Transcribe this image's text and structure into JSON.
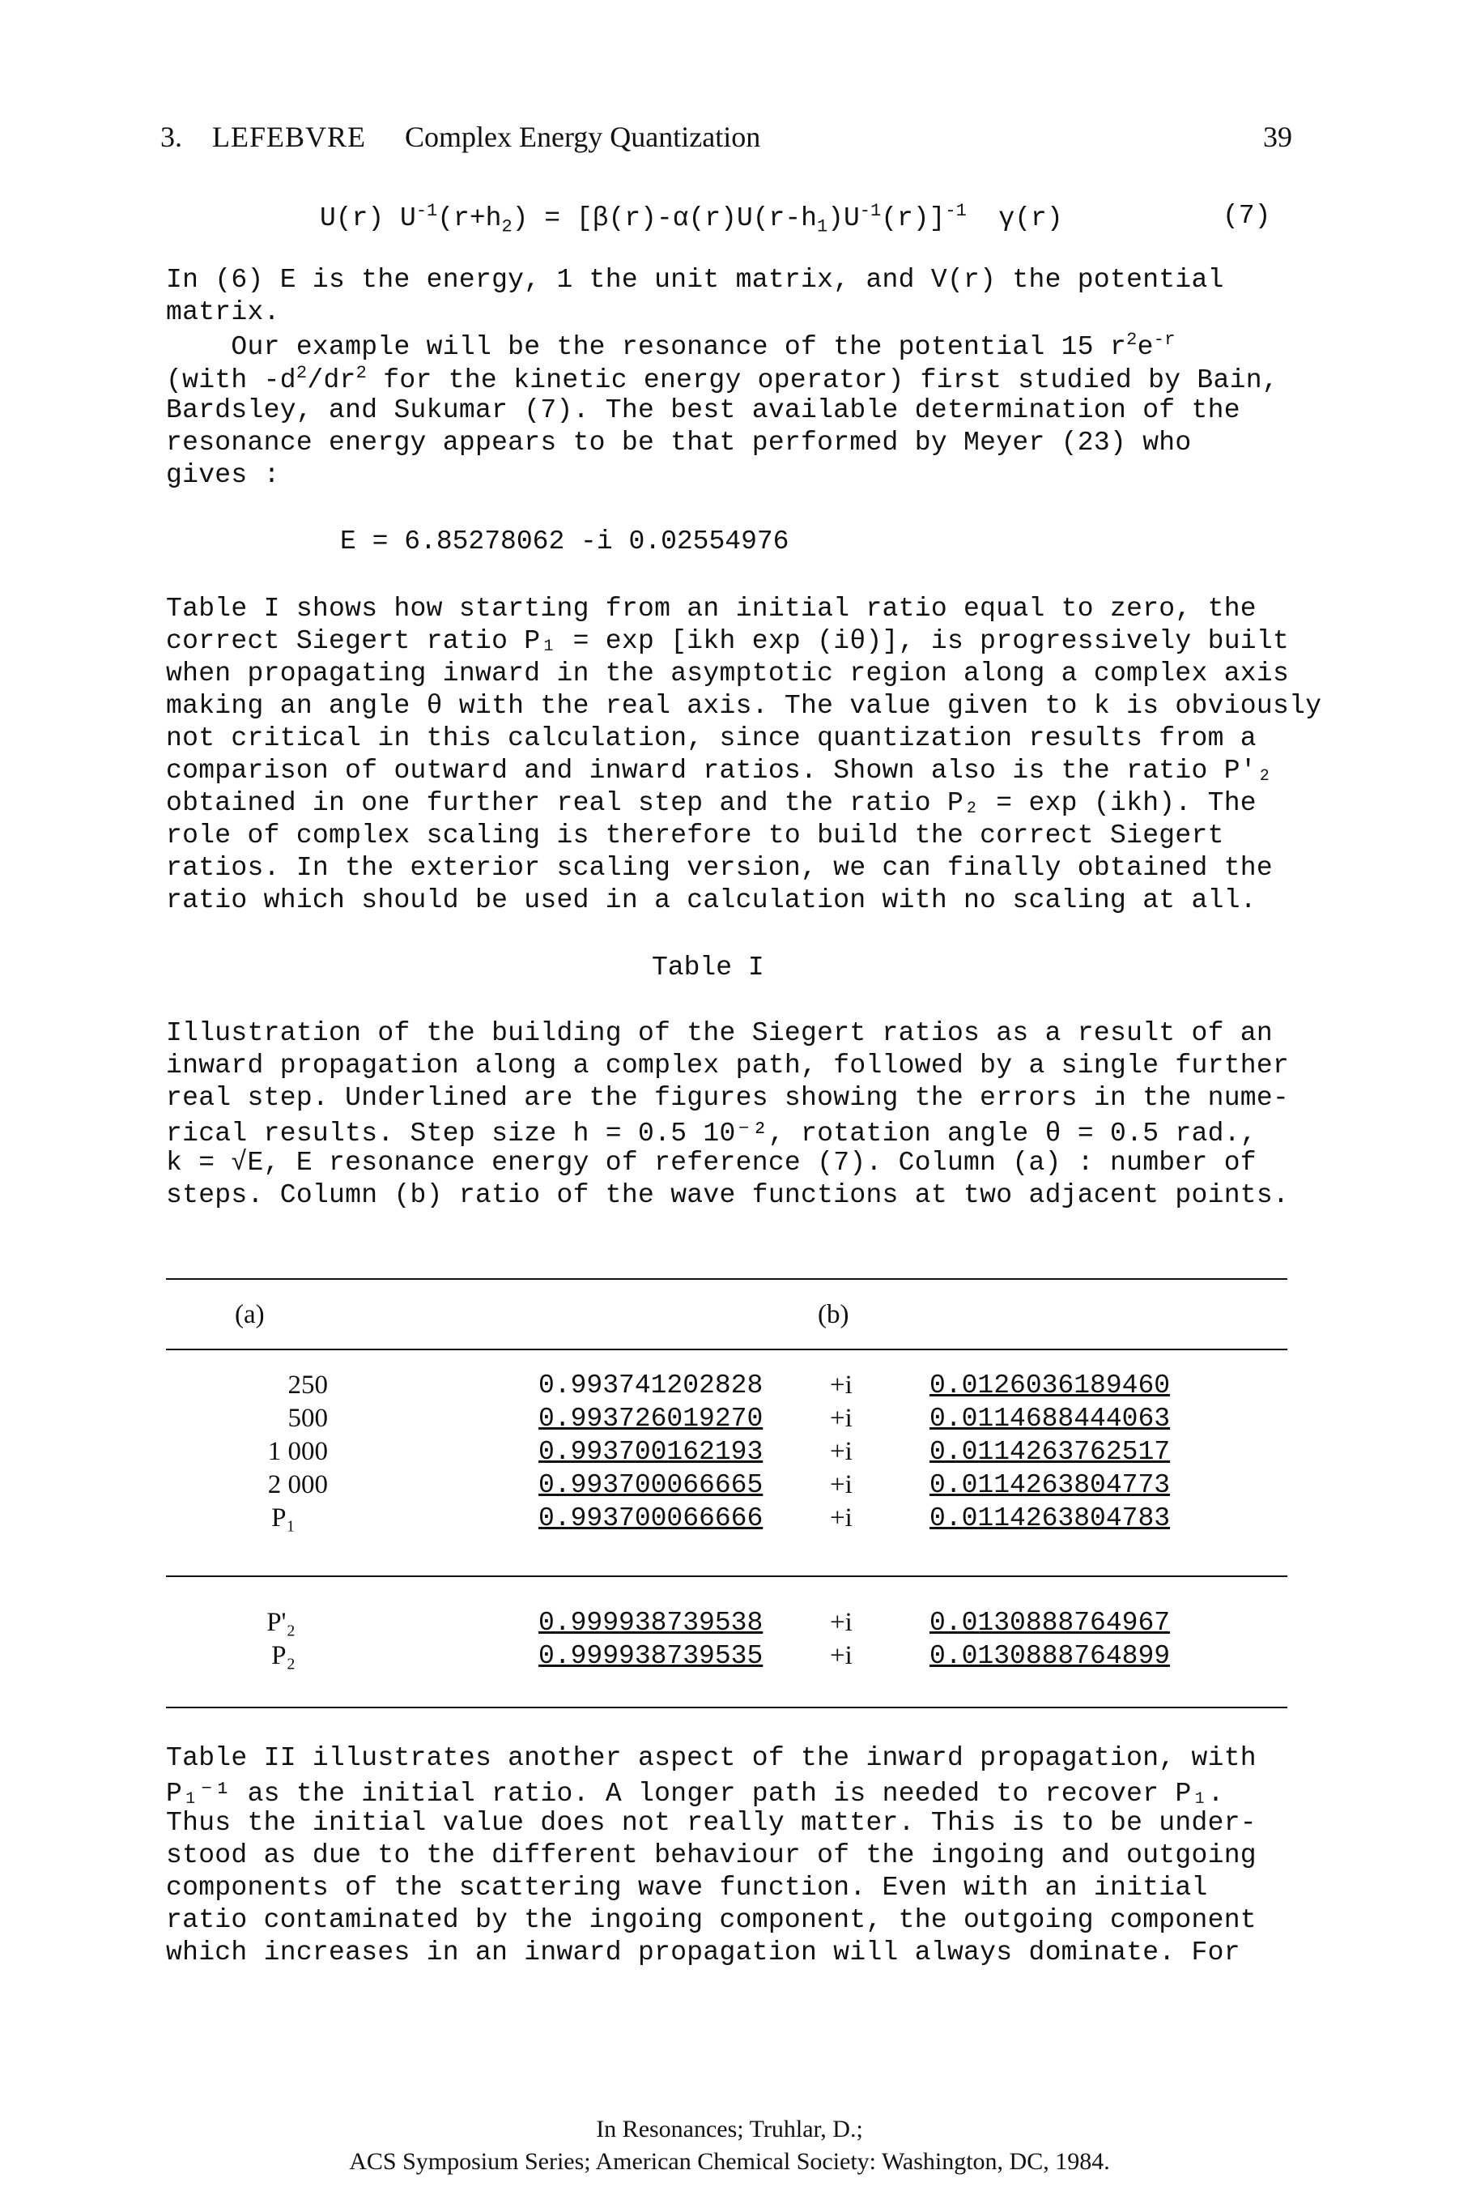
{
  "header": {
    "chapter": "3.",
    "author": "LEFEBVRE",
    "title": "Complex Energy Quantization",
    "page_number": "39"
  },
  "equation7": {
    "lhs": "U(r) U",
    "lhs_sup": "-1",
    "lhs_arg": "(r+h",
    "lhs_sub": "2",
    "lhs_close": ")",
    "eq": "=",
    "rhs_open": "[β(r)-α(r)U(r-h",
    "rhs_sub": "1",
    "rhs_mid": ")U",
    "rhs_sup1": "-1",
    "rhs_mid2": "(r)]",
    "rhs_sup2": "-1",
    "rhs_end": "γ(r)",
    "number": "(7)"
  },
  "paragraph1": [
    "In (6) E is the energy, 1 the unit matrix, and V(r) the potential",
    "matrix."
  ],
  "paragraph2": {
    "l1_a": "    Our example will be the resonance of the potential 15 r",
    "l1_sup": "2",
    "l1_b": "e",
    "l1_sup2": "-r",
    "l2_a": "(with -d",
    "l2_sup1": "2",
    "l2_b": "/dr",
    "l2_sup2": "2",
    "l2_c": " for the kinetic energy operator) first studied by Bain,",
    "l3": "Bardsley, and Sukumar (7). The best available determination of the",
    "l4": "resonance energy appears to be that performed by Meyer (23) who",
    "l5": "gives :"
  },
  "energy_equation": "E = 6.85278062 -i 0.02554976",
  "paragraph3": [
    "Table I shows how starting from an initial ratio equal to zero, the",
    "correct Siegert ratio P₁ = exp [ikh exp (iθ)], is progressively built",
    "when propagating inward in the asymptotic region along a complex axis",
    "making an angle θ with the real axis. The value given to k is obviously",
    "not critical in this calculation, since quantization results from a",
    "comparison of outward and inward ratios. Shown also is the ratio P'₂",
    "obtained in one further real step and the ratio P₂ = exp (ikh). The",
    "role of complex scaling is therefore to build the correct Siegert",
    "ratios. In the exterior scaling version, we can finally obtained the",
    "ratio which should be used in a calculation with no scaling at all."
  ],
  "table_title": "Table I",
  "table_caption": [
    "Illustration of the building of the Siegert ratios as a result of an",
    "inward propagation along a complex path, followed by a single further",
    "real step. Underlined are the figures showing the errors in the nume-",
    "rical results. Step size h = 0.5 10⁻², rotation angle θ = 0.5 rad.,",
    "k = √E, E resonance energy of reference (7). Column (a) : number of",
    "steps. Column (b) ratio of the wave functions at two adjacent points."
  ],
  "table": {
    "col_a": "(a)",
    "col_b": "(b)",
    "rows": [
      {
        "a": "250",
        "re": "0.993741202828",
        "op": "+i",
        "im": "0.0126036189460"
      },
      {
        "a": "500",
        "re": "0.993726019270",
        "op": "+i",
        "im": "0.0114688444063"
      },
      {
        "a": "1 000",
        "re": "0.993700162193",
        "op": "+i",
        "im": "0.0114263762517"
      },
      {
        "a": "2 000",
        "re": "0.993700066665",
        "op": "+i",
        "im": "0.0114263804773"
      },
      {
        "a": "P₁",
        "re": "0.993700066666",
        "op": "+i",
        "im": "0.0114263804783"
      }
    ],
    "rows2": [
      {
        "a": "P'₂",
        "re": "0.999938739538",
        "op": "+i",
        "im": "0.0130888764967"
      },
      {
        "a": "P₂",
        "re": "0.999938739535",
        "op": "+i",
        "im": "0.0130888764899"
      }
    ]
  },
  "paragraph4": [
    "Table II illustrates another aspect of the inward propagation, with",
    "P₁⁻¹ as the initial ratio. A longer path is needed to recover P₁.",
    "Thus the initial value does not really matter. This is to be under-",
    "stood as due to the different behaviour of the ingoing and outgoing",
    "components of the scattering wave function. Even with an initial",
    "ratio contaminated by the ingoing component, the outgoing component",
    "which increases in an inward propagation will always dominate. For"
  ],
  "footer": [
    "In Resonances; Truhlar, D.;",
    "ACS Symposium Series; American Chemical Society: Washington, DC, 1984."
  ]
}
